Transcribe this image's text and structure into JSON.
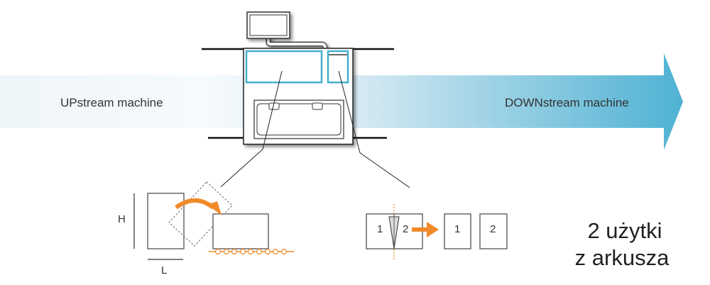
{
  "labels": {
    "upstream": "UPstream machine",
    "downstream": "DOWNstream machine",
    "height": "H",
    "length": "L",
    "sheet_part_1": "1",
    "sheet_part_2": "2",
    "output_1": "1",
    "output_2": "2",
    "result_line1": "2 użytki",
    "result_line2": "z arkusza"
  },
  "colors": {
    "flow_arrow_start": "#ffffff",
    "flow_arrow_end": "#4fb2d3",
    "machine_highlight": "#45b0cf",
    "accent_orange": "#f08a2a"
  }
}
